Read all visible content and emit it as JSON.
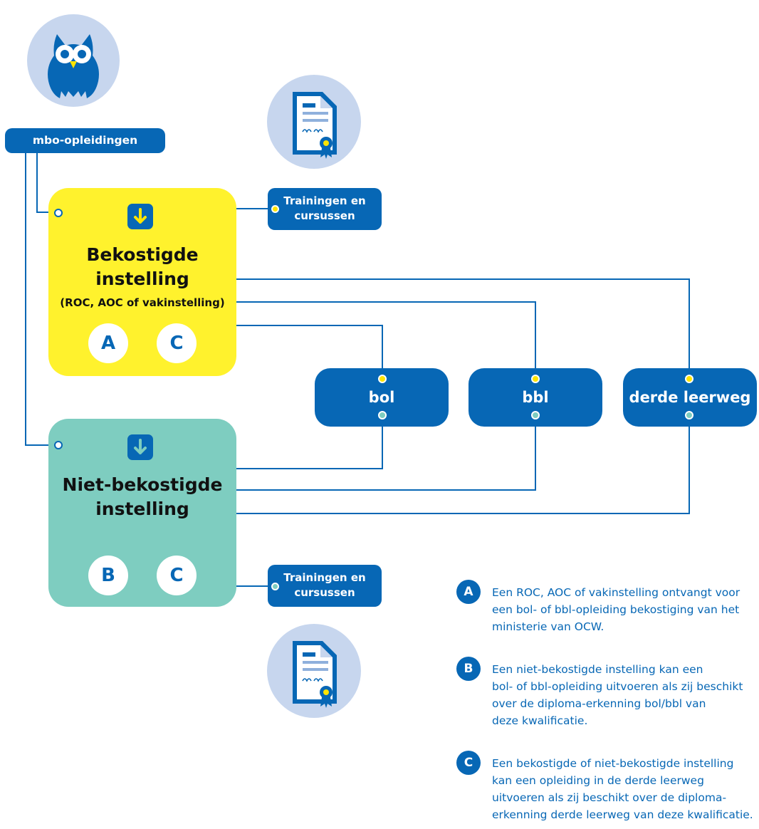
{
  "header": {
    "label": "mbo-opleidingen"
  },
  "trainings": {
    "top_label": "Trainingen en cursussen",
    "bottom_label": "Trainingen en cursussen"
  },
  "bekostigd": {
    "title_line1": "Bekostigde",
    "title_line2": "instelling",
    "subtitle": "(ROC, AOC of vakinstelling)",
    "badges": [
      "A",
      "C"
    ]
  },
  "niet_bekostigd": {
    "title_line1": "Niet-bekostigde",
    "title_line2": "instelling",
    "badges": [
      "B",
      "C"
    ]
  },
  "leerwegen": [
    "bol",
    "bbl",
    "derde leerweg"
  ],
  "legend": [
    {
      "key": "A",
      "text": "Een ROC, AOC of vakinstelling ontvangt voor\neen bol- of bbl-opleiding bekostiging van het\nministerie van OCW."
    },
    {
      "key": "B",
      "text": "Een niet-bekostigde instelling kan een\nbol- of bbl-opleiding uitvoeren als zij beschikt\nover de diploma-erkenning bol/bbl van\ndeze kwalificatie."
    },
    {
      "key": "C",
      "text": "Een bekostigde of niet-bekostigde instelling\nkan een opleiding in de derde leerweg\nuitvoeren als zij beschikt over de diploma-\nerkenning derde leerweg van deze kwalificatie."
    }
  ],
  "icons": [
    "owl-icon",
    "certificate-icon",
    "arrow-down-icon"
  ],
  "colors": {
    "brand_blue": "#0767b5",
    "bekostigd_yellow": "#fff22d",
    "niet_bekostigd_teal": "#7ecdc0",
    "icon_circle": "#c7d6ee"
  }
}
